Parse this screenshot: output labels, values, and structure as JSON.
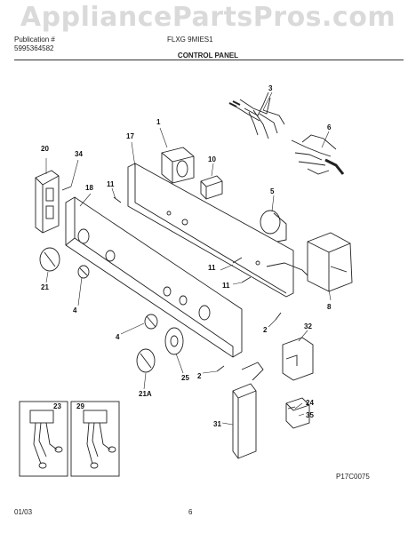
{
  "watermark": "AppliancePartsPros.com",
  "header": {
    "publication_label": "Publication #",
    "publication_number": "5995364582",
    "model": "FLXG 9MIES1",
    "section_title": "CONTROL PANEL"
  },
  "footer": {
    "date": "01/03",
    "page": "6",
    "diagram_code": "P17C0075"
  },
  "callouts": {
    "c1": "1",
    "c2a": "2",
    "c2b": "2",
    "c3": "3",
    "c4a": "4",
    "c4b": "4",
    "c5": "5",
    "c6": "6",
    "c8": "8",
    "c10": "10",
    "c11a": "11",
    "c11b": "11",
    "c11c": "11",
    "c17": "17",
    "c18": "18",
    "c20": "20",
    "c21": "21",
    "c21a": "21A",
    "c23": "23",
    "c24": "24",
    "c25": "25",
    "c29": "29",
    "c31": "31",
    "c32": "32",
    "c34": "34",
    "c35": "35"
  }
}
